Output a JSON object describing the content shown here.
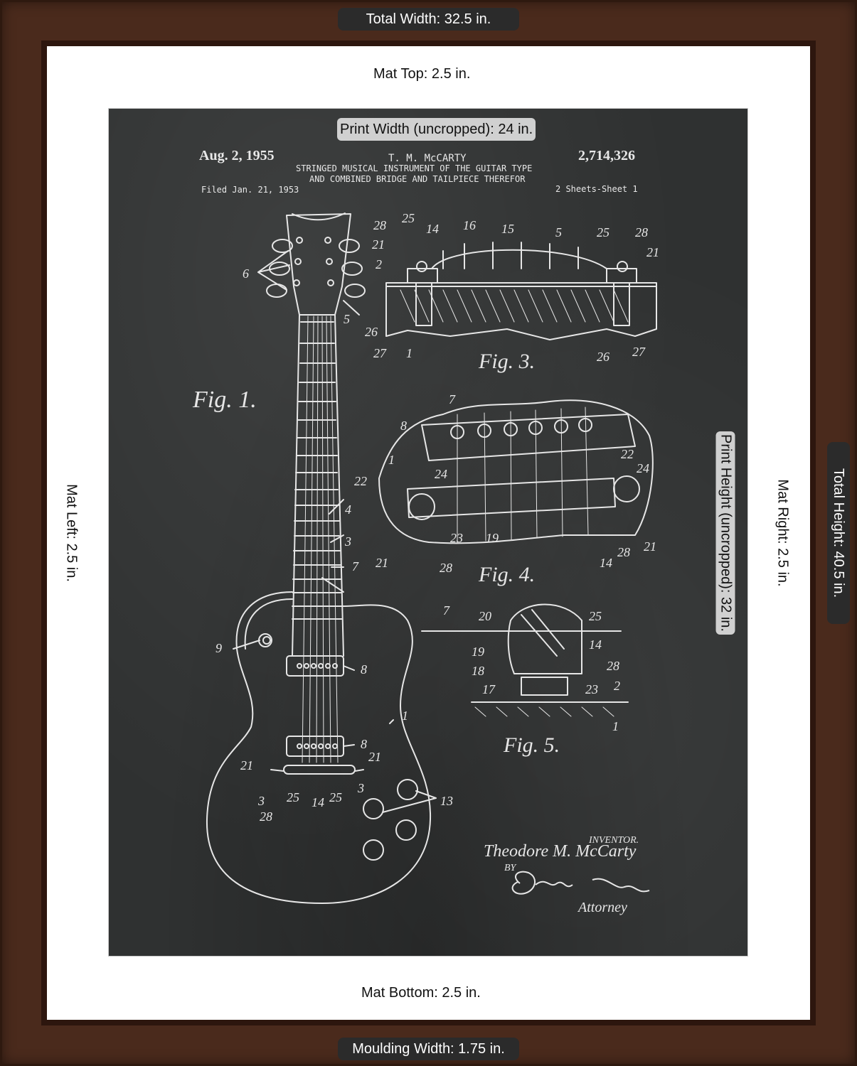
{
  "dimensions": {
    "total_width": "Total Width: 32.5 in.",
    "total_height": "Total Height: 40.5 in.",
    "mat_top": "Mat Top: 2.5 in.",
    "mat_bottom": "Mat Bottom: 2.5 in.",
    "mat_left": "Mat Left: 2.5 in.",
    "mat_right": "Mat Right: 2.5 in.",
    "print_width": "Print Width (uncropped): 24 in.",
    "print_height": "Print Height (uncropped): 32 in.",
    "moulding_width": "Moulding Width: 1.75 in."
  },
  "patent": {
    "date": "Aug. 2, 1955",
    "inventor_header": "T. M. McCARTY",
    "number": "2,714,326",
    "title_line1": "STRINGED MUSICAL INSTRUMENT OF THE GUITAR TYPE",
    "title_line2": "AND COMBINED BRIDGE AND TAILPIECE THEREFOR",
    "filed": "Filed Jan. 21, 1953",
    "sheets": "2 Sheets-Sheet 1",
    "fig1": "Fig. 1.",
    "fig3": "Fig. 3.",
    "fig4": "Fig. 4.",
    "fig5": "Fig. 5.",
    "inventor_label": "INVENTOR.",
    "inventor_name": "Theodore M. McCarty",
    "by": "BY",
    "attorney_label": "Attorney"
  },
  "colors": {
    "frame": "#4a2a1c",
    "mat": "#ffffff",
    "chalkboard": "#2f3131",
    "chalk": "#e8e8e8"
  }
}
